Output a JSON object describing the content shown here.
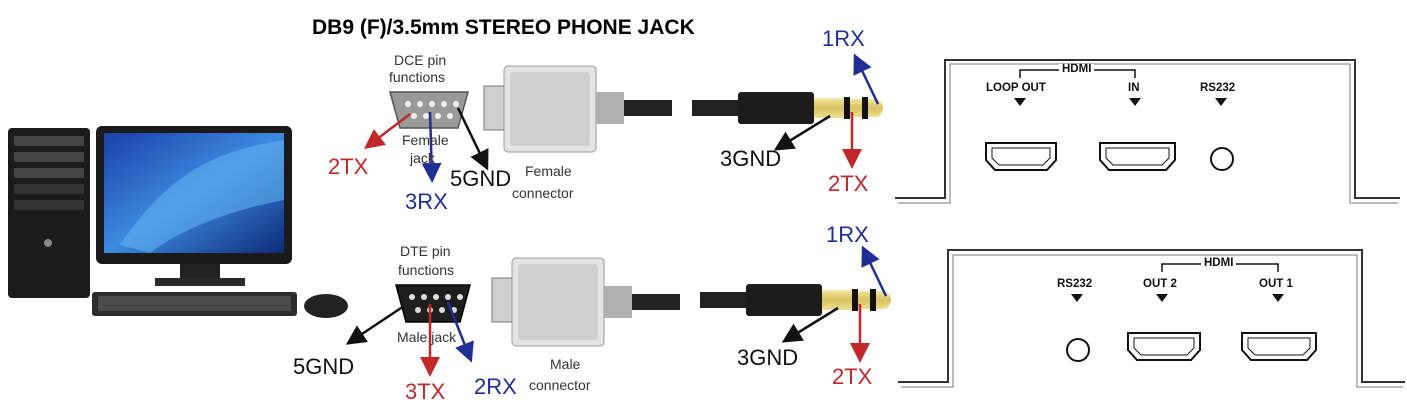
{
  "title": "DB9 (F)/3.5mm STEREO PHONE JACK",
  "colors": {
    "tx": "#c0282a",
    "rx": "#1f2f96",
    "gnd": "#111111"
  },
  "top_row": {
    "pin_title": "DCE pin\nfunctions",
    "pin_title_1": "DCE pin",
    "pin_title_2": "functions",
    "jack_label_1": "Female",
    "jack_label_2": "jack",
    "connector_label_1": "Female",
    "connector_label_2": "connector",
    "db9_tx": "2TX",
    "db9_rx": "3RX",
    "db9_gnd": "5GND",
    "phone_rx": "1RX",
    "phone_gnd": "3GND",
    "phone_tx": "2TX",
    "device": {
      "group_label": "HDMI",
      "ports": [
        "LOOP OUT",
        "IN",
        "RS232"
      ]
    }
  },
  "bottom_row": {
    "pin_title_1": "DTE pin",
    "pin_title_2": "functions",
    "jack_label": "Male jack",
    "connector_label_1": "Male",
    "connector_label_2": "connector",
    "db9_gnd": "5GND",
    "db9_tx": "3TX",
    "db9_rx": "2RX",
    "phone_rx": "1RX",
    "phone_gnd": "3GND",
    "phone_tx": "2TX",
    "device": {
      "group_label": "HDMI",
      "ports": [
        "RS232",
        "OUT 2",
        "OUT 1"
      ]
    }
  }
}
